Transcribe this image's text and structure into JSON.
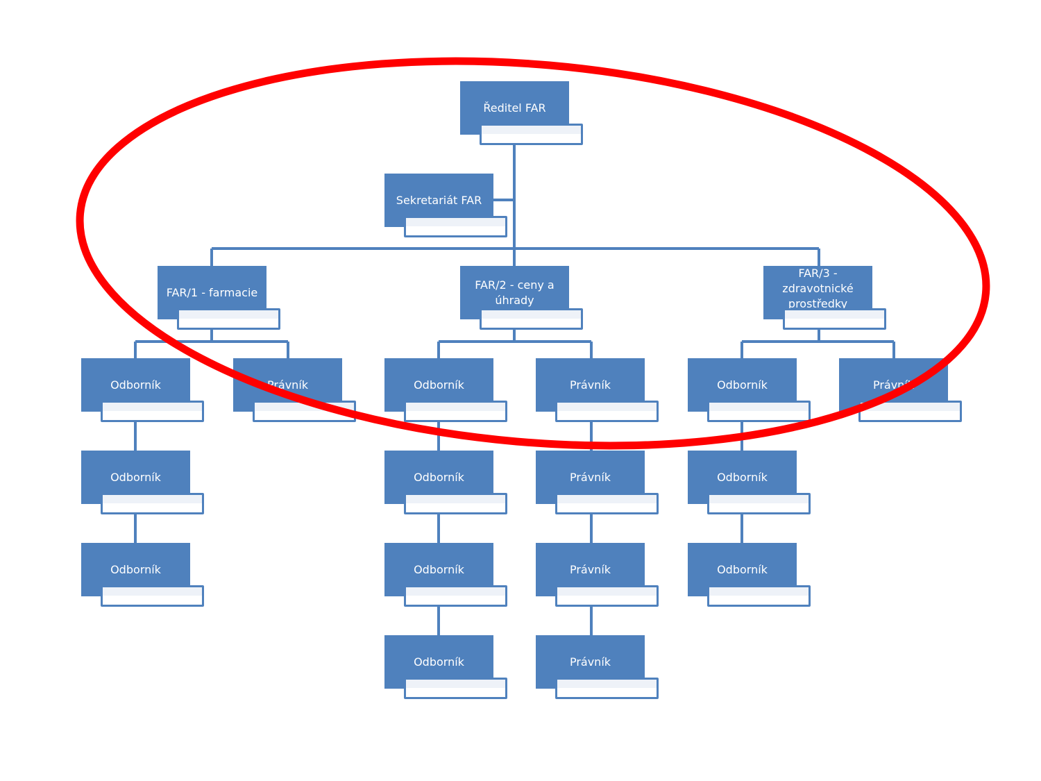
{
  "title": "Organizační struktura FAR",
  "colors": {
    "box": "#4f81bd",
    "line": "#4f81bd",
    "highlight": "#ff0000"
  },
  "nodes": {
    "director": "Ředitel FAR",
    "secretariat": "Sekretariát FAR",
    "far1": "FAR/1 - farmacie",
    "far2": "FAR/2 - ceny a úhrady",
    "far3": "FAR/3 - zdravotnické prostředky",
    "expert": "Odborník",
    "lawyer": "Právník"
  }
}
